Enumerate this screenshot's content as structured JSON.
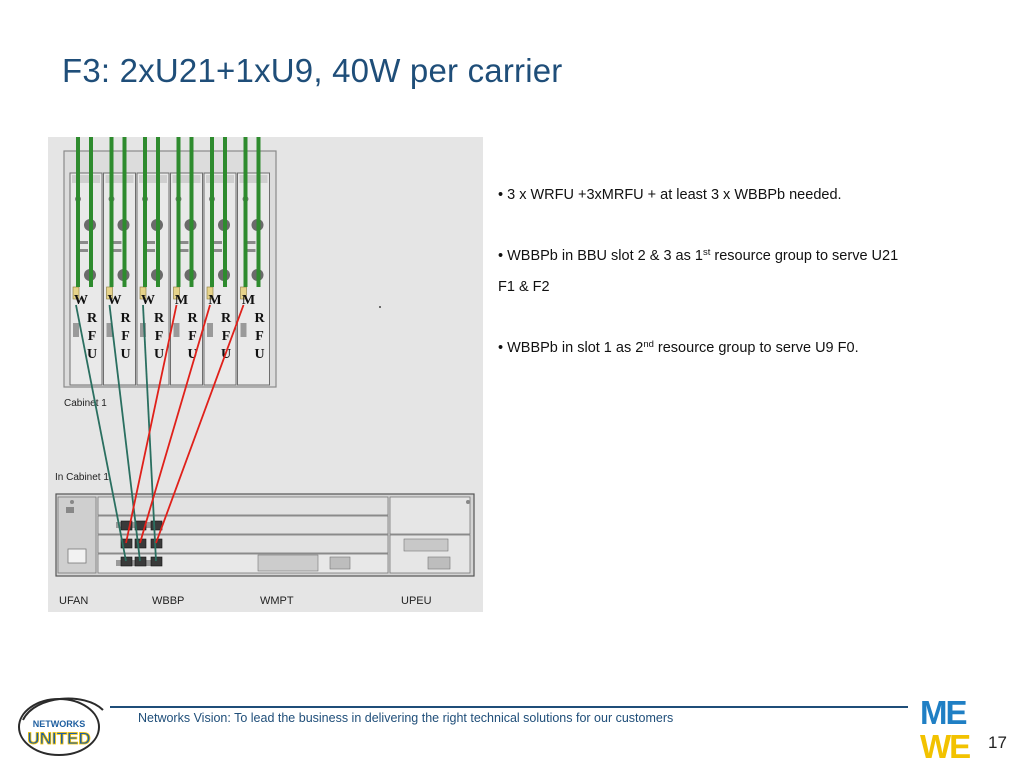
{
  "slide": {
    "title": "F3: 2xU21+1xU9, 40W per carrier",
    "page_number": "17"
  },
  "diagram": {
    "modules": [
      {
        "letters": [
          "W",
          "R",
          "F",
          "U"
        ]
      },
      {
        "letters": [
          "W",
          "R",
          "F",
          "U"
        ]
      },
      {
        "letters": [
          "W",
          "R",
          "F",
          "U"
        ]
      },
      {
        "letters": [
          "M",
          "R",
          "F",
          "U"
        ]
      },
      {
        "letters": [
          "M",
          "R",
          "F",
          "U"
        ]
      },
      {
        "letters": [
          "M",
          "R",
          "F",
          "U"
        ]
      }
    ],
    "cabinet_label": "Cabinet 1",
    "in_cabinet_label": "In Cabinet 1",
    "board_labels": {
      "ufan": "UFAN",
      "wbbp": "WBBP",
      "wmpt": "WMPT",
      "upeu": "UPEU"
    },
    "colors": {
      "feeder_green": "#2e8b2e",
      "cable_teal": "#2a6f60",
      "cable_red": "#e0201a"
    }
  },
  "bullets": [
    {
      "parts": [
        {
          "t": "3 x WRFU +3xMRFU + at least 3 x WBBPb needed."
        }
      ]
    },
    {
      "parts": [
        {
          "t": "WBBPb in BBU slot 2 & 3 as 1"
        },
        {
          "t": "st",
          "sup": true
        },
        {
          "t": " resource group to serve U21 F1 & F2"
        }
      ]
    },
    {
      "parts": [
        {
          "t": "WBBPb in slot 1 as 2"
        },
        {
          "t": "nd",
          "sup": true
        },
        {
          "t": " resource group to serve U9 F0."
        }
      ]
    }
  ],
  "footer": {
    "vision_text": "Networks Vision: To lead the business in delivering the right technical solutions for our customers",
    "logo_left_text": [
      "NETWORKS",
      "UNITED"
    ],
    "logo_right_text": [
      "ME",
      "WE"
    ]
  }
}
